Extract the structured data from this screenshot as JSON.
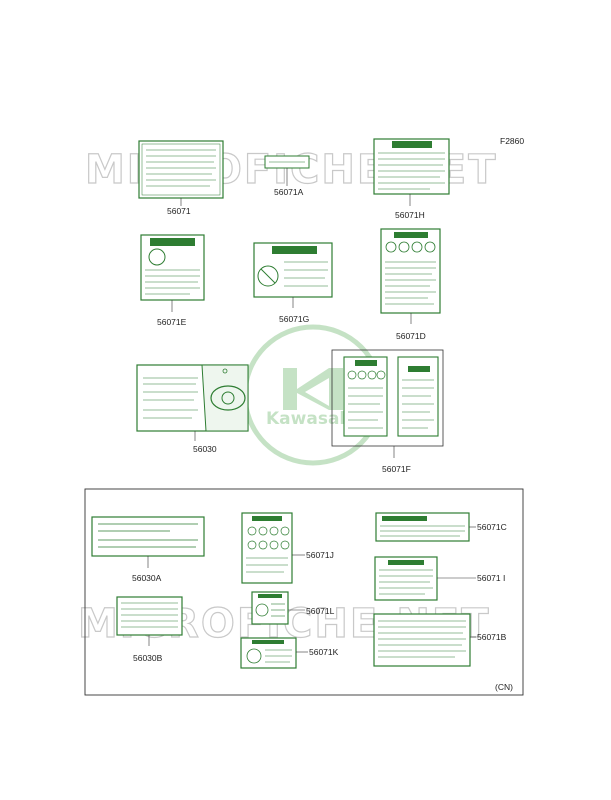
{
  "figure_code": "F2860",
  "region_code": "(CN)",
  "watermark_text": "MICROFICHE.NET",
  "logo_text": "Kawasaki",
  "colors": {
    "label_green": "#2e7d32",
    "line": "#333333",
    "watermark": "#c9c9c9"
  },
  "parts": [
    {
      "id": "p56071",
      "label": "56071"
    },
    {
      "id": "p56071A",
      "label": "56071A"
    },
    {
      "id": "p56071H",
      "label": "56071H"
    },
    {
      "id": "p56071E",
      "label": "56071E"
    },
    {
      "id": "p56071G",
      "label": "56071G"
    },
    {
      "id": "p56071D",
      "label": "56071D"
    },
    {
      "id": "p56030",
      "label": "56030"
    },
    {
      "id": "p56071F",
      "label": "56071F"
    },
    {
      "id": "p56030A",
      "label": "56030A"
    },
    {
      "id": "p56071J",
      "label": "56071J"
    },
    {
      "id": "p56071C",
      "label": "56071C"
    },
    {
      "id": "p56071I",
      "label": "56071 I"
    },
    {
      "id": "p56071L",
      "label": "56071L"
    },
    {
      "id": "p56071B",
      "label": "56071B"
    },
    {
      "id": "p56030B",
      "label": "56030B"
    },
    {
      "id": "p56071K",
      "label": "56071K"
    }
  ]
}
